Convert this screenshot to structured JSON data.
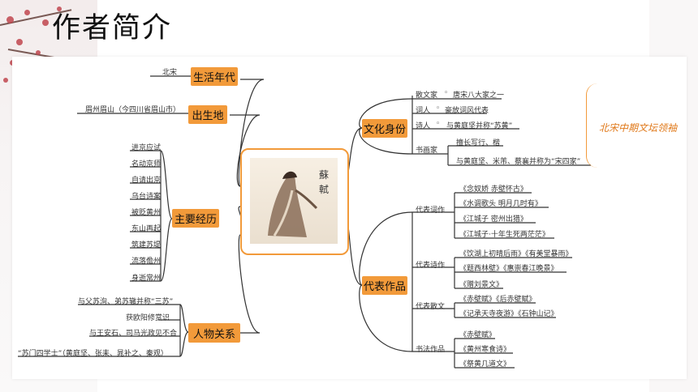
{
  "title": "作者简介",
  "center": {
    "glyphs": "蘇軾"
  },
  "left": [
    {
      "label": "生活年代",
      "items": [
        "北宋"
      ]
    },
    {
      "label": "出生地",
      "items": [
        "眉州眉山（今四川省眉山市）"
      ]
    },
    {
      "label": "主要经历",
      "items": [
        "进京应试",
        "名动京师",
        "自请出京",
        "乌台诗案",
        "被贬黄州",
        "东山再起",
        "筑建苏堤",
        "流落儋州",
        "身逝常州"
      ]
    },
    {
      "label": "人物关系",
      "items": [
        "与父苏洵、弟苏辙并称“三苏”",
        "获欧阳修赏识",
        "与王安石、司马光政见不合",
        "“苏门四学士”（黄庭坚、张耒、晁补之、秦观）"
      ]
    }
  ],
  "right": [
    {
      "label": "文化身份",
      "subs": [
        {
          "name": "散文家",
          "marker": "◦",
          "items": [
            "唐宋八大家之一"
          ]
        },
        {
          "name": "词人",
          "marker": "◦",
          "items": [
            "豪放词风代表"
          ]
        },
        {
          "name": "诗人",
          "marker": "◦",
          "items": [
            "与黄庭坚并称“苏黄”"
          ]
        },
        {
          "name": "书画家",
          "marker": "",
          "items": [
            "擅长写行、楷",
            "与黄庭坚、米芾、蔡襄并称为“宋四家”"
          ]
        }
      ]
    },
    {
      "label": "代表作品",
      "subs": [
        {
          "name": "代表词作",
          "items": [
            "《念奴娇 赤壁怀古》",
            "《水调歌头 明月几时有》",
            "《江城子 密州出猎》",
            "《江城子·十年生死两茫茫》"
          ]
        },
        {
          "name": "代表诗作",
          "items": [
            "《饮湖上初晴后雨》《有美堂暴雨》",
            "《题西林壁》《惠崇春江晚景》",
            "《赠刘景文》"
          ]
        },
        {
          "name": "代表散文",
          "items": [
            "《赤壁赋》《后赤壁赋》",
            "《记承天寺夜游》《石钟山记》"
          ]
        },
        {
          "name": "书法作品",
          "items": [
            "《赤壁赋》",
            "《黄州寒食诗》",
            "《祭黄几道文》"
          ]
        }
      ]
    }
  ],
  "callout": "北宋中期文坛领袖",
  "colors": {
    "accent": "#f29a3a",
    "title": "#111111",
    "callout": "#e07a1c",
    "line": "#333333"
  }
}
